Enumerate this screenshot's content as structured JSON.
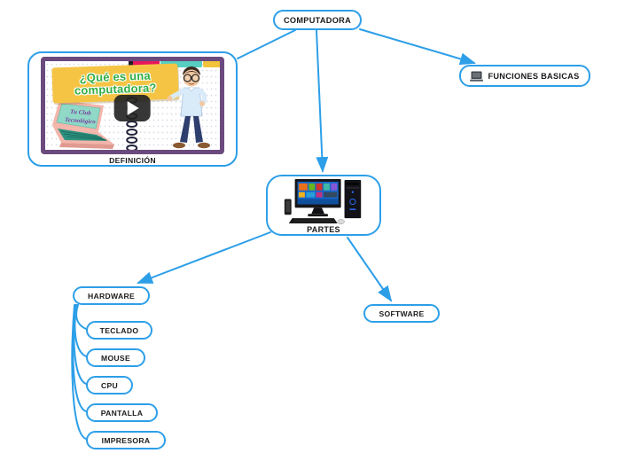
{
  "mindmap": {
    "nodes": {
      "computadora": {
        "label": "COMPUTADORA"
      },
      "definicion": {
        "label": "DEFINICIÓN"
      },
      "funciones_basicas": {
        "label": "FUNCIONES BASICAS",
        "icon": "computer-icon"
      },
      "partes": {
        "label": "PARTES",
        "image": "desktop-computer-image"
      },
      "hardware": {
        "label": "HARDWARE"
      },
      "software": {
        "label": "SOFTWARE"
      },
      "teclado": {
        "label": "TECLADO"
      },
      "mouse": {
        "label": "MOUSE"
      },
      "cpu": {
        "label": "CPU"
      },
      "pantalla": {
        "label": "PANTALLA"
      },
      "impresora": {
        "label": "IMPRESORA"
      }
    },
    "edges": [
      {
        "from": "COMPUTADORA",
        "to": "DEFINICIÓN",
        "arrow": false
      },
      {
        "from": "COMPUTADORA",
        "to": "PARTES",
        "arrow": true
      },
      {
        "from": "COMPUTADORA",
        "to": "FUNCIONES BASICAS",
        "arrow": true
      },
      {
        "from": "PARTES",
        "to": "HARDWARE",
        "arrow": true
      },
      {
        "from": "PARTES",
        "to": "SOFTWARE",
        "arrow": true
      },
      {
        "from": "HARDWARE",
        "to": "TECLADO",
        "arrow": false
      },
      {
        "from": "HARDWARE",
        "to": "MOUSE",
        "arrow": false
      },
      {
        "from": "HARDWARE",
        "to": "CPU",
        "arrow": false
      },
      {
        "from": "HARDWARE",
        "to": "PANTALLA",
        "arrow": false
      },
      {
        "from": "HARDWARE",
        "to": "IMPRESORA",
        "arrow": false
      }
    ],
    "video_thumbnail": {
      "title_line1": "¿Qué es una",
      "title_line2": "computadora?",
      "watermark_line1": "Tu Club",
      "watermark_line2": "Tecnológico",
      "play_button": "play-icon"
    },
    "colors": {
      "connector_blue": "#2d9fe8",
      "node_border": "#2d9fe8",
      "banner_yellow": "#f6c445",
      "title_green": "#2fae44",
      "frame_purple": "#6b4a7e",
      "tab_pink": "#e8175d",
      "tab_teal": "#56cfc0",
      "tab_yellow": "#f2c43d"
    }
  }
}
